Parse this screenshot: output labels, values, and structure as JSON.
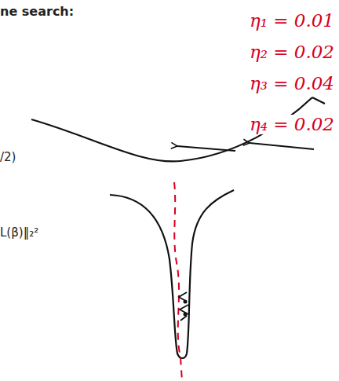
{
  "diagram": {
    "labels": [
      "ne search:",
      "η₁ = 0.01",
      "η₂ = 0.02",
      "η₃ = 0.04",
      "η₄ = 0.02",
      "/2)",
      "L(β)‖₂²"
    ]
  }
}
